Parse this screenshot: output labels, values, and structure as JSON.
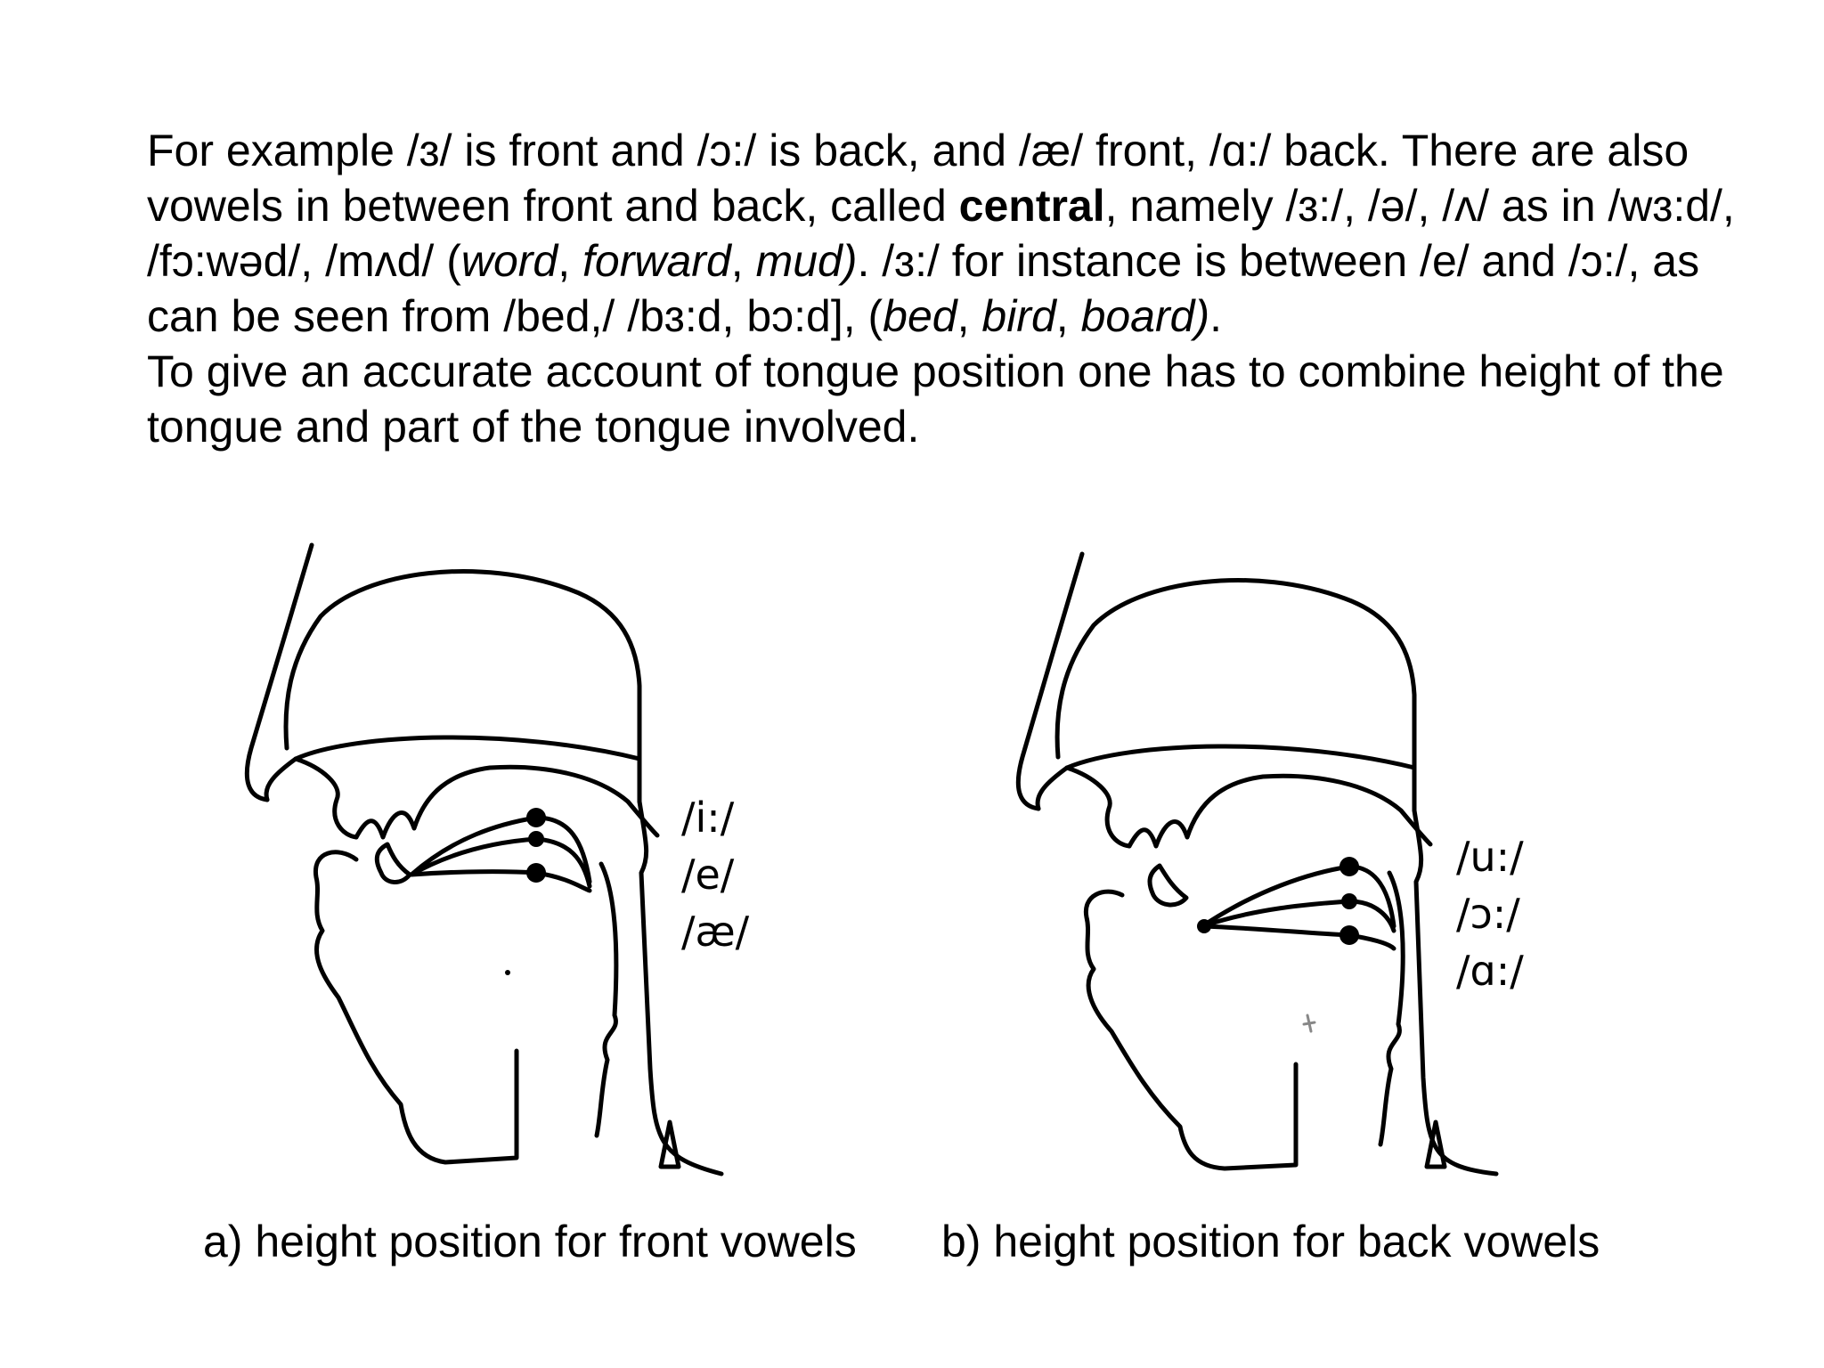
{
  "paragraph1": {
    "s1": "For example /ɜ/ is front and /ɔ:/ is back, and /æ/ front, /ɑ:/ back. There are also vowels in between front and back, called ",
    "bold": "central",
    "s2": ", namely /ɜ:/, /ə/, /ʌ/ as in /wɜ:d/, /fɔ:wəd/, /mʌd/ (",
    "i1": "word",
    "s3": ", ",
    "i2": "forward",
    "s4": ", ",
    "i3": "mud)",
    "s5": ". /ɜ:/ for instance is between /e/ and /ɔ:/, as can be seen from /bed,/ /bɜ:d, bɔ:d], (",
    "i4": "bed",
    "s6": ", ",
    "i5": "bird",
    "s7": ", ",
    "i6": "board)",
    "s8": "."
  },
  "paragraph2": "To give an accurate account of tongue position one has to combine height of the tongue and part of the tongue involved.",
  "figure_a": {
    "labels": [
      "/i:/",
      "/e/",
      "/æ/"
    ],
    "caption": "a) height position for front vowels"
  },
  "figure_b": {
    "labels": [
      "/u:/",
      "/ɔ:/",
      "/ɑ:/"
    ],
    "caption": "b) height position for back vowels"
  }
}
